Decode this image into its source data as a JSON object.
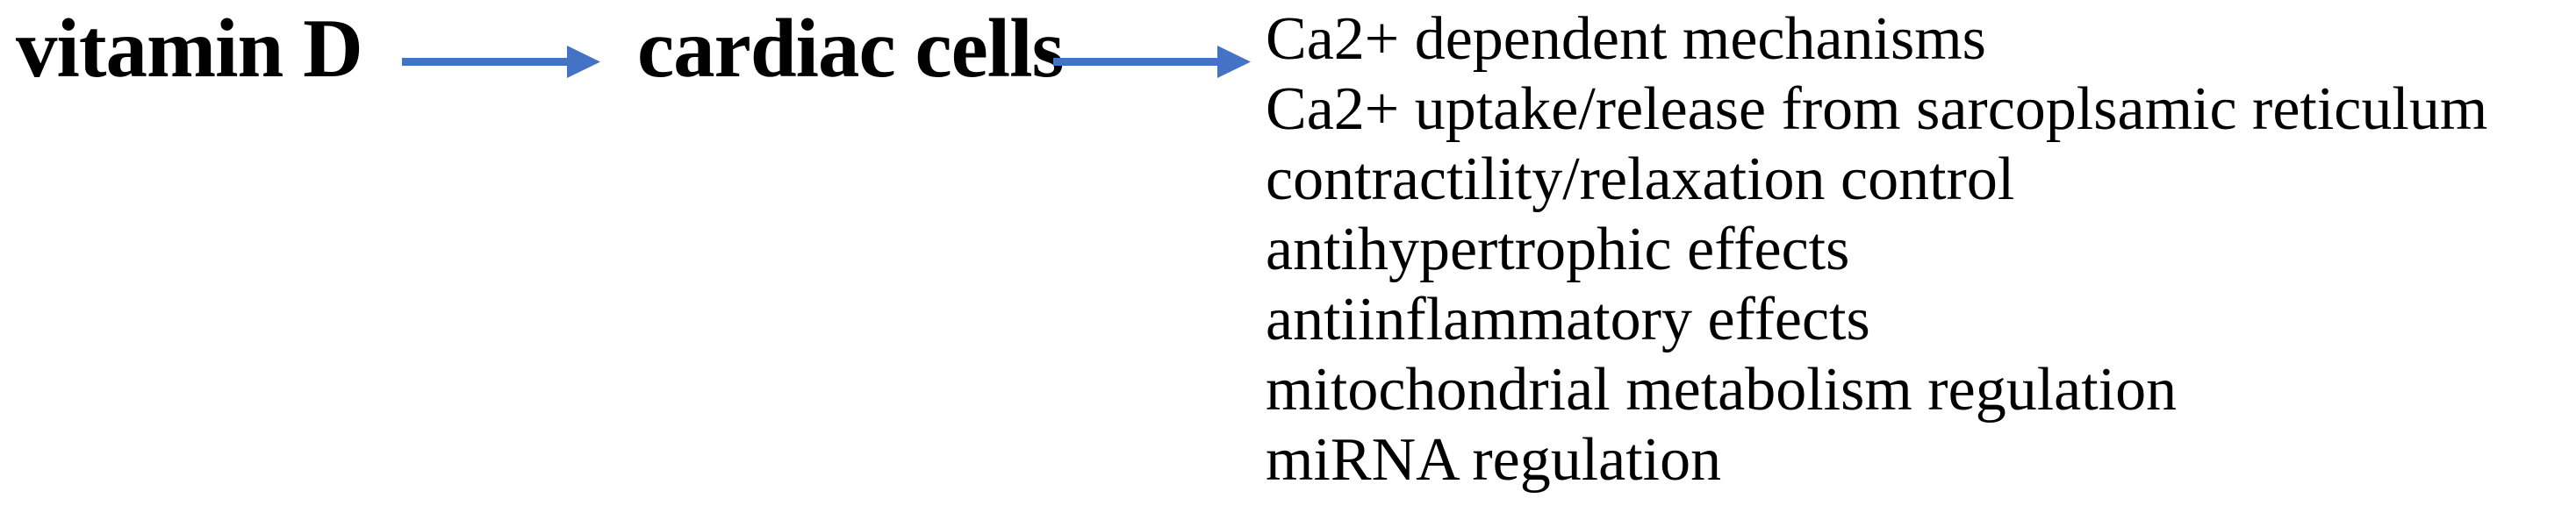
{
  "diagram": {
    "flow": {
      "source": "vitamin D",
      "target": "cardiac cells"
    },
    "effects": [
      "Ca2+ dependent mechanisms",
      "Ca2+ uptake/release from sarcoplsamic reticulum",
      "contractility/relaxation control",
      "antihypertrophic effects",
      "antiinflammatory effects",
      "mitochondrial metabolism regulation",
      "miRNA regulation"
    ],
    "colors": {
      "arrow": "#4472C4",
      "text": "#000000",
      "background": "#FFFFFF"
    }
  }
}
